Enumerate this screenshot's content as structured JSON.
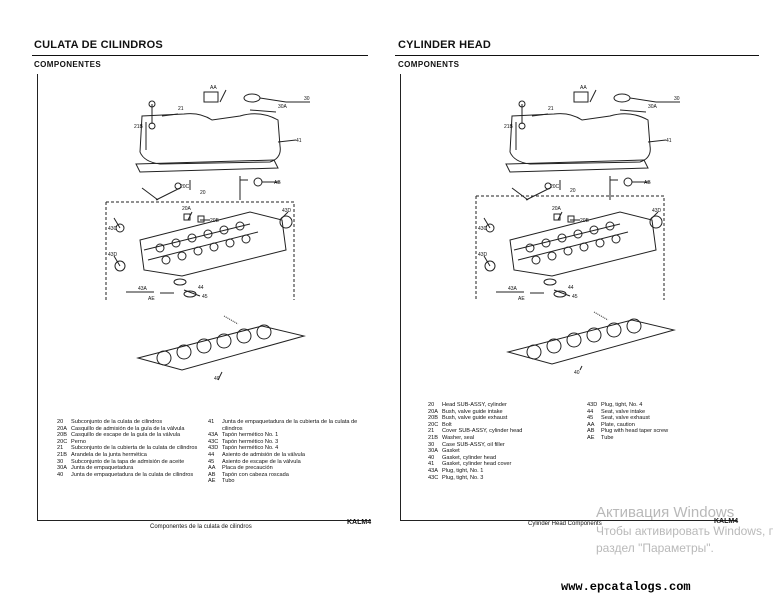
{
  "left": {
    "title": "CULATA DE CILINDROS",
    "subtitle": "COMPONENTES",
    "caption": "Componentes de la culata de cilindros",
    "code": "KALM4",
    "legend_col1": [
      {
        "code": "20",
        "text": "Subconjunto de la culata de cilindros"
      },
      {
        "code": "20A",
        "text": "Casquillo de admisión de la guía de la válvula"
      },
      {
        "code": "20B",
        "text": "Casquillo de escape de la guía de la válvula"
      },
      {
        "code": "20C",
        "text": "Perno"
      },
      {
        "code": "21",
        "text": "Subconjunto de la cubierta de la culata de cilindros"
      },
      {
        "code": "21B",
        "text": "Arandela de la junta hermética"
      },
      {
        "code": "30",
        "text": "Subconjunto de la tapa de admisión de aceite"
      },
      {
        "code": "30A",
        "text": "Junta de empaquetadura"
      },
      {
        "code": "40",
        "text": "Junta de empaquetadura de la culata de cilindros"
      }
    ],
    "legend_col2": [
      {
        "code": "41",
        "text": "Junta de empaquetadura de la cubierta de la culata de cilindros"
      },
      {
        "code": "43A",
        "text": "Tapón hermético No. 1"
      },
      {
        "code": "43C",
        "text": "Tapón hermético No. 3"
      },
      {
        "code": "43D",
        "text": "Tapón hermético No. 4"
      },
      {
        "code": "44",
        "text": "Asiento de admisión de la válvula"
      },
      {
        "code": "45",
        "text": "Asiento de escape de la válvula"
      },
      {
        "code": "AA",
        "text": "Placa de precaución"
      },
      {
        "code": "AB",
        "text": "Tapón con cabeza roscada"
      },
      {
        "code": "AE",
        "text": "Tubo"
      }
    ]
  },
  "right": {
    "title": "CYLINDER HEAD",
    "subtitle": "COMPONENTS",
    "caption": "Cylinder Head Components",
    "code": "KALM4",
    "legend_col1": [
      {
        "code": "20",
        "text": "Head SUB-ASSY, cylinder"
      },
      {
        "code": "20A",
        "text": "Bush, valve guide intake"
      },
      {
        "code": "20B",
        "text": "Bush, valve guide exhaust"
      },
      {
        "code": "20C",
        "text": "Bolt"
      },
      {
        "code": "21",
        "text": "Cover SUB-ASSY, cylinder head"
      },
      {
        "code": "21B",
        "text": "Washer, seal"
      },
      {
        "code": "30",
        "text": "Case SUB-ASSY, oil filler"
      },
      {
        "code": "30A",
        "text": "Gasket"
      },
      {
        "code": "40",
        "text": "Gasket, cylinder head"
      },
      {
        "code": "41",
        "text": "Gasket, cylinder head cover"
      },
      {
        "code": "43A",
        "text": "Plug, tight, No. 1"
      },
      {
        "code": "43C",
        "text": "Plug, tight, No. 3"
      }
    ],
    "legend_col2": [
      {
        "code": "43D",
        "text": "Plug, tight, No. 4"
      },
      {
        "code": "44",
        "text": "Seat, valve intake"
      },
      {
        "code": "45",
        "text": "Seat, valve exhaust"
      },
      {
        "code": "AA",
        "text": "Plate, caution"
      },
      {
        "code": "AB",
        "text": "Plug with head taper screw"
      },
      {
        "code": "AE",
        "text": "Tube"
      }
    ]
  },
  "diagram_labels": {
    "aa": "AA",
    "l30": "30",
    "l30a": "30A",
    "l21": "21",
    "l21b": "21B",
    "l41": "41",
    "l20c": "20C",
    "l20": "20",
    "lab": "AB",
    "l20a": "20A",
    "l20b": "20B",
    "l43d": "43D",
    "l43c": "43C",
    "l43d2": "43D",
    "l43a": "43A",
    "l44": "44",
    "lae": "AE",
    "l45": "45",
    "l40": "40"
  },
  "watermark": {
    "line1": "Активация Windows",
    "line2": "Чтобы активировать Windows, перейдите в",
    "line3": "раздел \"Параметры\"."
  },
  "site": "www.epcatalogs.com"
}
